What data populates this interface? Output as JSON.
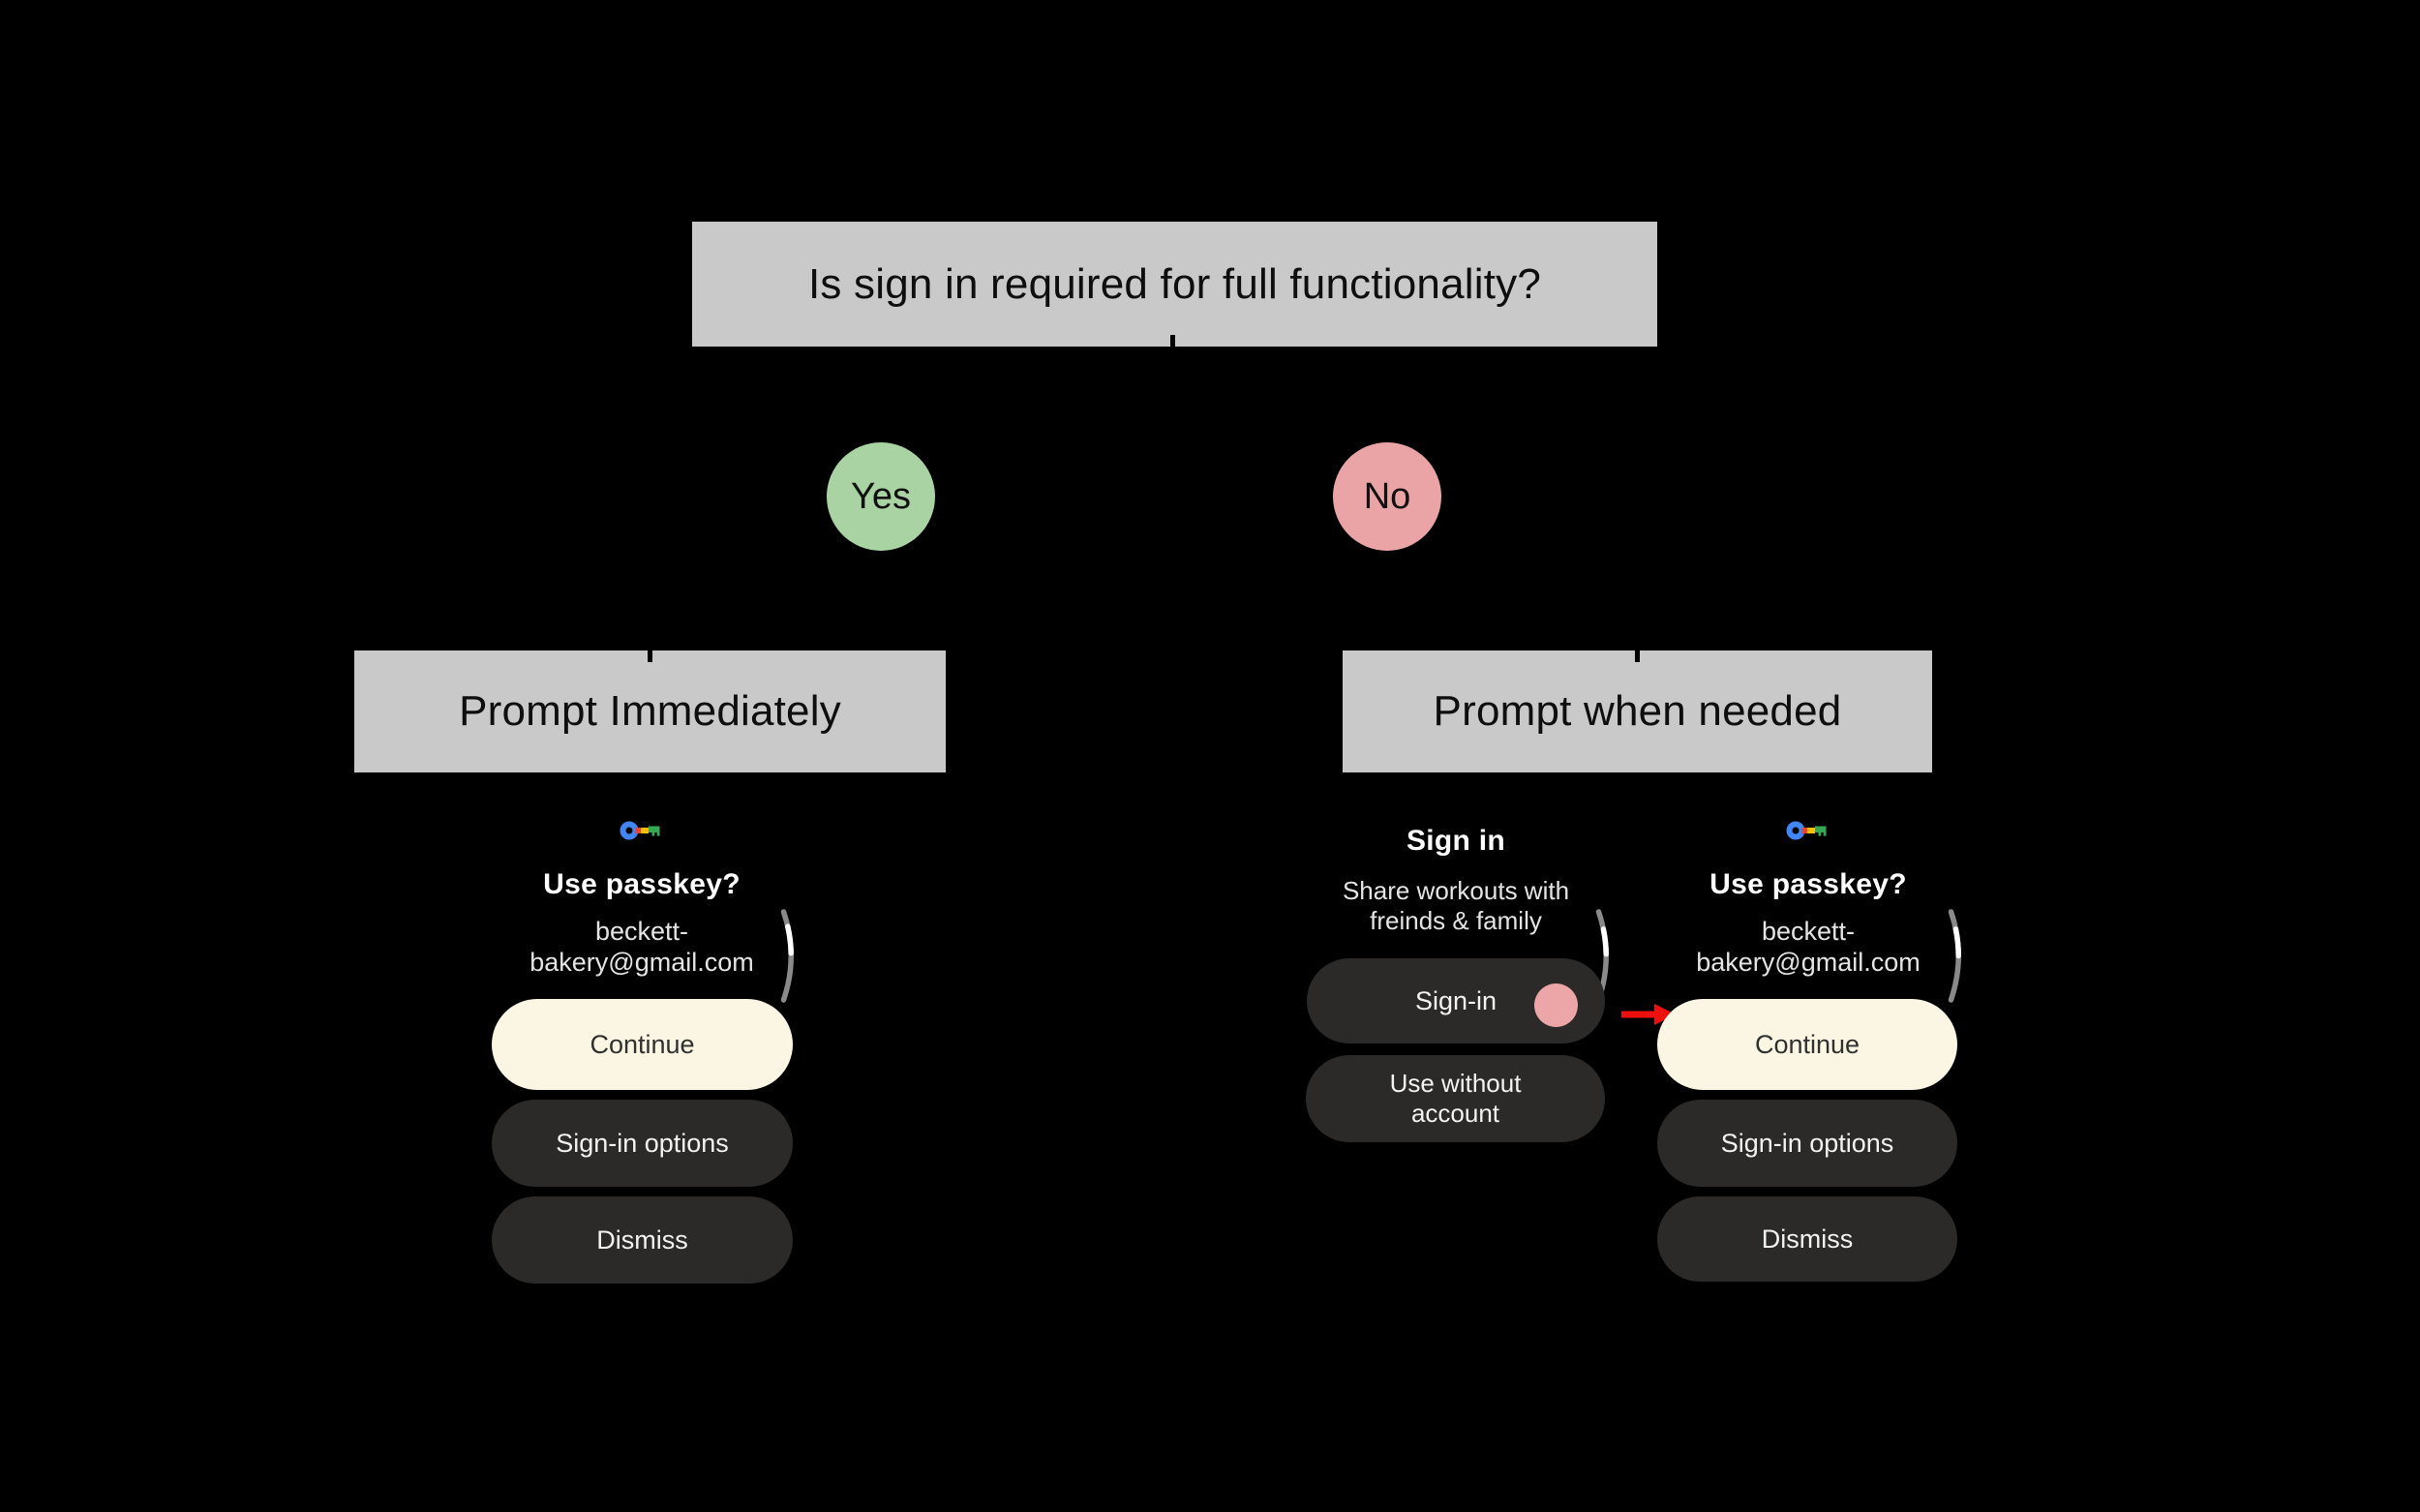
{
  "title_box": {
    "label": "Is sign in required for full functionality?"
  },
  "decision": {
    "yes": {
      "label": "Yes"
    },
    "no": {
      "label": "No"
    }
  },
  "outcome_left": {
    "label": "Prompt Immediately"
  },
  "outcome_right": {
    "label": "Prompt when needed"
  },
  "passkey_watch_left": {
    "icon": "passkey-icon",
    "heading": "Use passkey?",
    "account_line1": "beckett-",
    "account_line2": "bakery@gmail.com",
    "continue_label": "Continue",
    "signin_options_label": "Sign-in options",
    "dismiss_label": "Dismiss"
  },
  "signin_watch": {
    "heading": "Sign in",
    "subtitle_line1": "Share workouts with",
    "subtitle_line2": "freinds & family",
    "signin_label": "Sign-in",
    "use_without_line1": "Use without",
    "use_without_line2": "account"
  },
  "passkey_watch_right": {
    "icon": "passkey-icon",
    "heading": "Use passkey?",
    "account_line1": "beckett-",
    "account_line2": "bakery@gmail.com",
    "continue_label": "Continue",
    "signin_options_label": "Sign-in options",
    "dismiss_label": "Dismiss"
  },
  "colors": {
    "background": "#000000",
    "box_gray": "#c9c9c9",
    "yes_green": "#a9d3a2",
    "no_pink": "#eba4a6",
    "primary_button_cream": "#fbf6e4",
    "dark_button": "#2b2a28",
    "tap_indicator_pink": "#eca6a8",
    "arrow_red": "#ee0f0f",
    "passkey_blue": "#4285F4",
    "passkey_red": "#EA4335",
    "passkey_yellow": "#FBBC04",
    "passkey_green": "#34A853"
  }
}
